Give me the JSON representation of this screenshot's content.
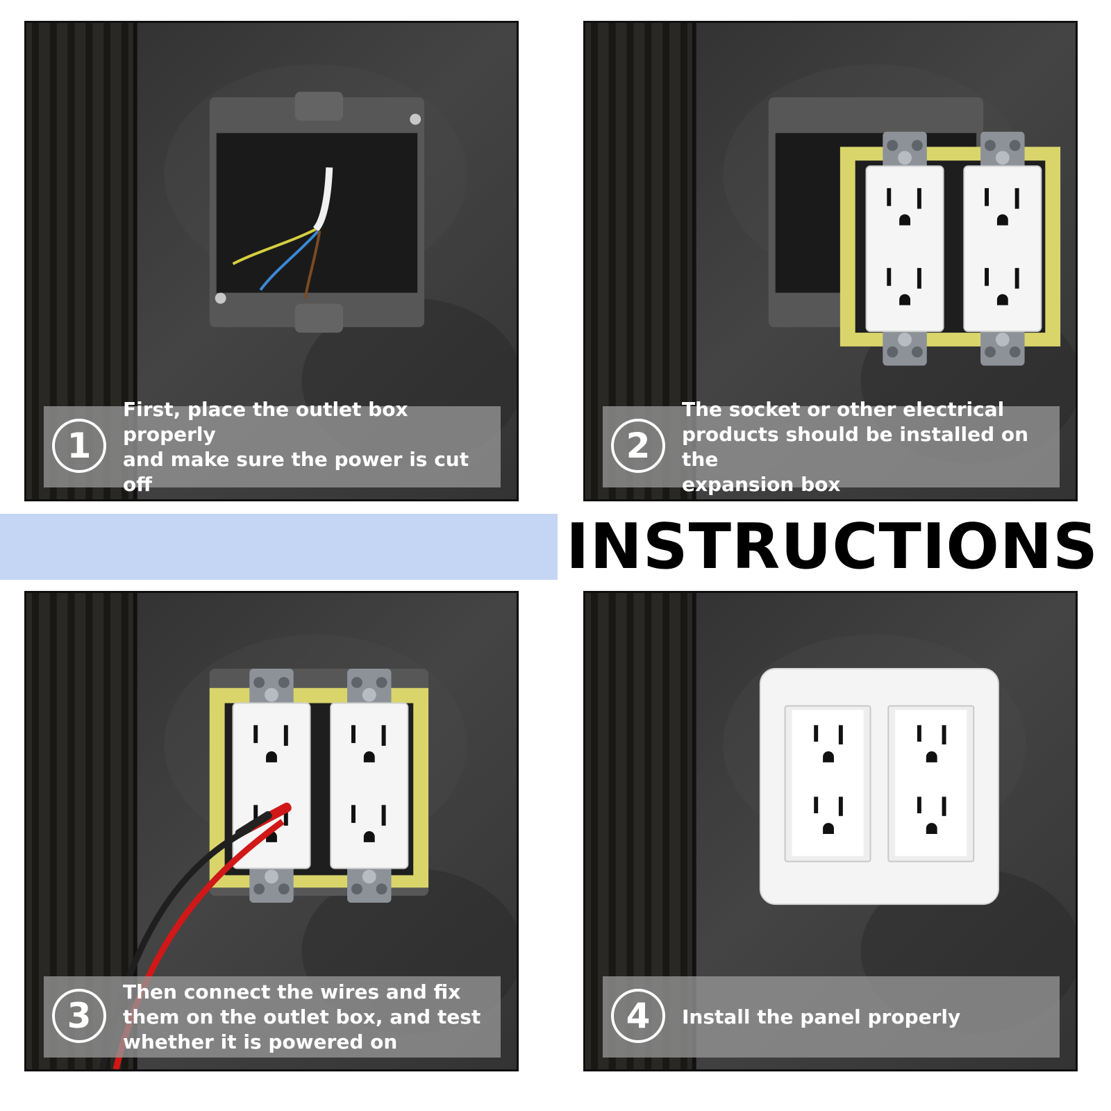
{
  "heading": "INSTRUCTIONS",
  "steps": [
    {
      "number": "1",
      "text": "First, place the outlet box properly\nand make sure the power is cut off"
    },
    {
      "number": "2",
      "text": "The socket or other electrical\nproducts should be installed on the\nexpansion box"
    },
    {
      "number": "3",
      "text": "Then connect the wires and fix\nthem on the outlet box, and test\nwhether it is powered on"
    },
    {
      "number": "4",
      "text": "Install the panel properly"
    }
  ],
  "colors": {
    "banner": "#c5d6f5",
    "wall": "#3b3b3b",
    "expansion_box": "#d9d56b",
    "outlet": "#f5f5f5",
    "probe": "#d01818"
  }
}
